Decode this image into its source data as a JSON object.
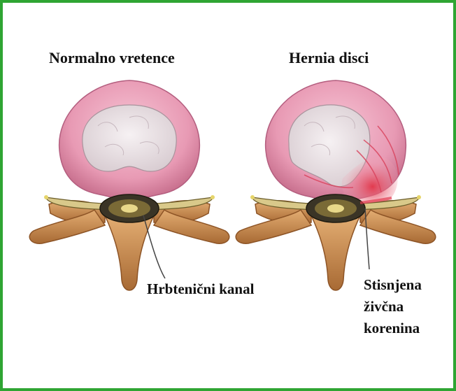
{
  "titles": {
    "normal": "Normalno vretence",
    "hernia": "Hernia disci"
  },
  "labels": {
    "spinal_canal": "Hrbtenični kanal",
    "compressed_root_line1": "Stisnjena",
    "compressed_root_line2": "živčna",
    "compressed_root_line3": "korenina"
  },
  "colors": {
    "border": "#2fa533",
    "annulus": "#e89ab4",
    "nucleus": "#ece4e8",
    "bone": "#c98a4f",
    "herniation": "#e23a4e",
    "canal": "#3a3426"
  }
}
